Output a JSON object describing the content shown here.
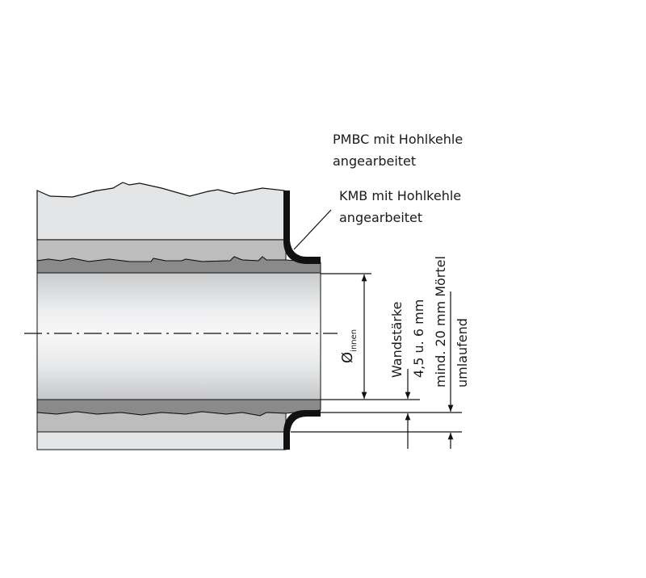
{
  "labels": {
    "pmbc_line1": "PMBC mit Hohlkehle",
    "pmbc_line2": "angearbeitet",
    "kmb_line1": "KMB mit Hohlkehle",
    "kmb_line2": "angearbeitet",
    "diameter_symbol": "Ø",
    "diameter_sub": "innen",
    "wall_thickness_line1": "Wandstärke",
    "wall_thickness_line2": "4,5 u. 6 mm",
    "mortar_line1": "mind. 20 mm Mörtel",
    "mortar_line2": "umlaufend"
  },
  "colors": {
    "wall": "#e4e5e7",
    "mortar": "#bdbdbd",
    "pipe_wall": "#8a8a8a",
    "seal": "#111111"
  }
}
